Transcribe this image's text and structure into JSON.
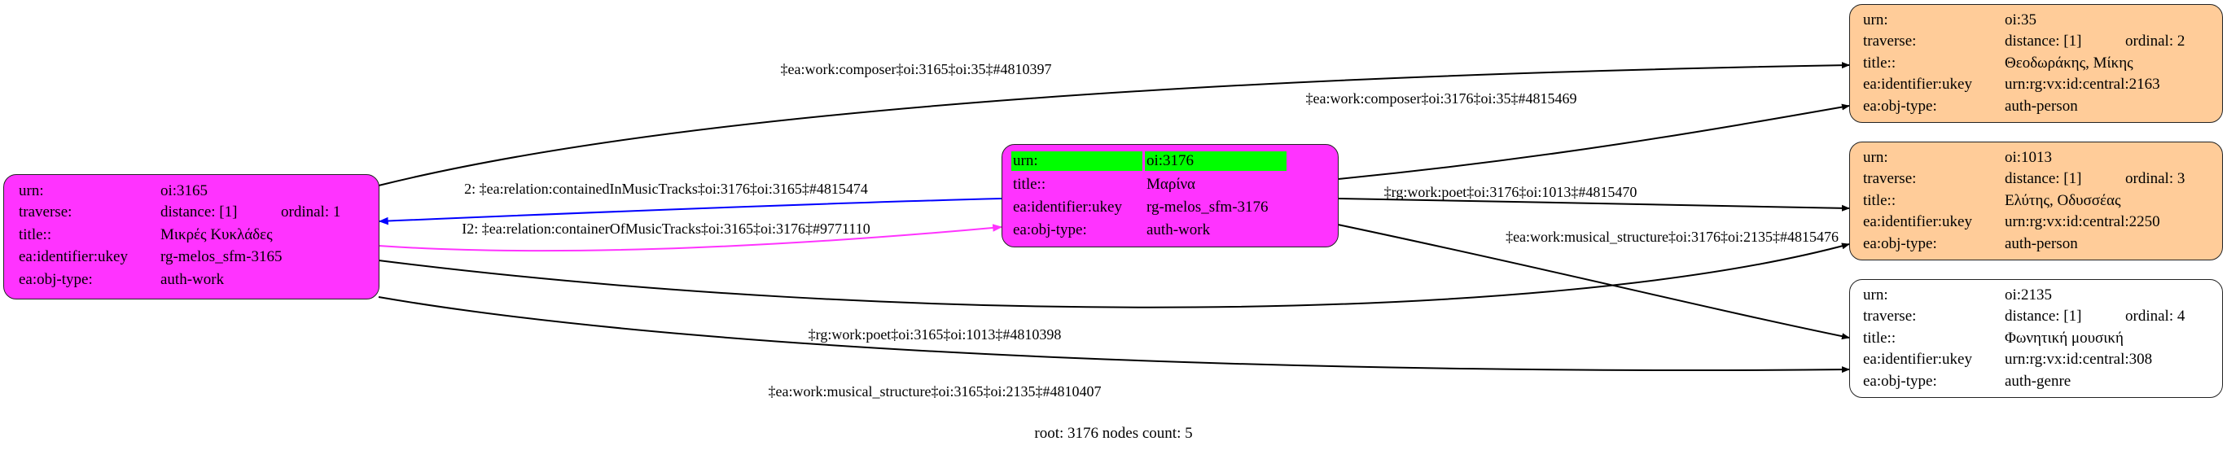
{
  "nodes": {
    "n3165": {
      "urn": "oi:3165",
      "distance": "distance: [1]",
      "ordinal": "ordinal: 1",
      "title": "Μικρές Κυκλάδες",
      "ukey": "rg-melos_sfm-3165",
      "objtype": "auth-work"
    },
    "n3176": {
      "urn": "oi:3176",
      "title": "Μαρίνα",
      "ukey": "rg-melos_sfm-3176",
      "objtype": "auth-work"
    },
    "n35": {
      "urn": "oi:35",
      "distance": "distance: [1]",
      "ordinal": "ordinal: 2",
      "title": "Θεοδωράκης, Μίκης",
      "ukey": "urn:rg:vx:id:central:2163",
      "objtype": "auth-person"
    },
    "n1013": {
      "urn": "oi:1013",
      "distance": "distance: [1]",
      "ordinal": "ordinal: 3",
      "title": "Ελύτης, Οδυσσέας",
      "ukey": "urn:rg:vx:id:central:2250",
      "objtype": "auth-person"
    },
    "n2135": {
      "urn": "oi:2135",
      "distance": "distance: [1]",
      "ordinal": "ordinal: 4",
      "title": "Φωνητική μουσική",
      "ukey": "urn:rg:vx:id:central:308",
      "objtype": "auth-genre"
    }
  },
  "field_labels": {
    "urn": "urn:",
    "traverse": "traverse:",
    "title": "title::",
    "ukey": "ea:identifier:ukey",
    "objtype": "ea:obj-type:"
  },
  "edges": [
    {
      "label": "‡ea:work:composer‡oi:3165‡oi:35‡#4810397",
      "color": "#000000"
    },
    {
      "label": "‡ea:work:composer‡oi:3176‡oi:35‡#4815469",
      "color": "#000000"
    },
    {
      "label": "2: ‡ea:relation:containedInMusicTracks‡oi:3176‡oi:3165‡#4815474",
      "color": "#0000ff"
    },
    {
      "label": "I2: ‡ea:relation:containerOfMusicTracks‡oi:3165‡oi:3176‡#9771110",
      "color": "#ff33ff"
    },
    {
      "label": "‡rg:work:poet‡oi:3176‡oi:1013‡#4815470",
      "color": "#000000"
    },
    {
      "label": "‡ea:work:musical_structure‡oi:3176‡oi:2135‡#4815476",
      "color": "#000000"
    },
    {
      "label": "‡rg:work:poet‡oi:3165‡oi:1013‡#4810398",
      "color": "#000000"
    },
    {
      "label": "‡ea:work:musical_structure‡oi:3165‡oi:2135‡#4810407",
      "color": "#000000"
    }
  ],
  "colors": {
    "work": "#ff33ff",
    "person": "#ffcc99",
    "root_highlight": "#00ff00"
  },
  "footer": "root: 3176 nodes count: 5"
}
